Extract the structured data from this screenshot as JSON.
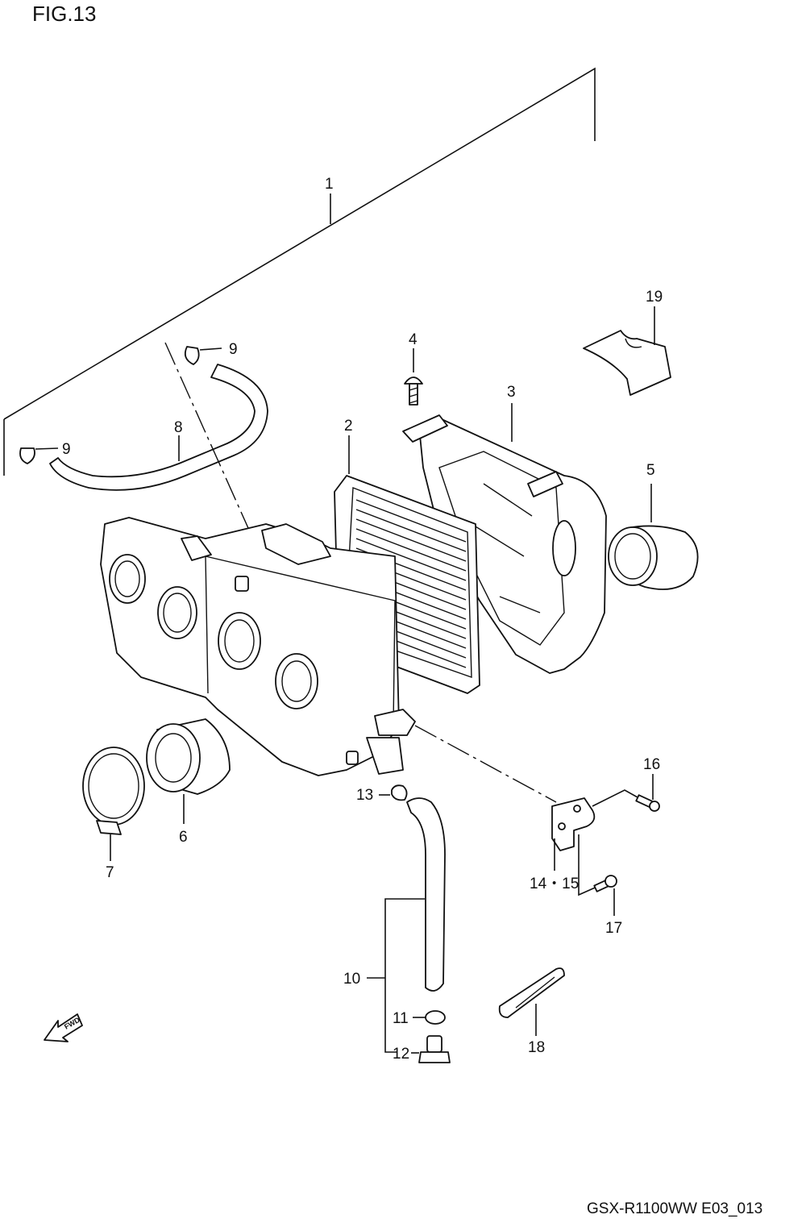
{
  "figure": {
    "title": "FIG.13",
    "footer": "GSX-R1100WW  E03_013"
  },
  "callouts": [
    {
      "id": "1",
      "text": "1"
    },
    {
      "id": "2",
      "text": "2"
    },
    {
      "id": "3",
      "text": "3"
    },
    {
      "id": "4",
      "text": "4"
    },
    {
      "id": "5",
      "text": "5"
    },
    {
      "id": "6",
      "text": "6"
    },
    {
      "id": "7",
      "text": "7"
    },
    {
      "id": "8",
      "text": "8"
    },
    {
      "id": "9a",
      "text": "9"
    },
    {
      "id": "9b",
      "text": "9"
    },
    {
      "id": "10",
      "text": "10"
    },
    {
      "id": "11",
      "text": "11"
    },
    {
      "id": "12",
      "text": "12"
    },
    {
      "id": "13",
      "text": "13"
    },
    {
      "id": "14-15",
      "text": "14・15"
    },
    {
      "id": "16",
      "text": "16"
    },
    {
      "id": "17",
      "text": "17"
    },
    {
      "id": "18",
      "text": "18"
    },
    {
      "id": "19",
      "text": "19"
    }
  ],
  "direction_marker": {
    "text": "FWD"
  }
}
